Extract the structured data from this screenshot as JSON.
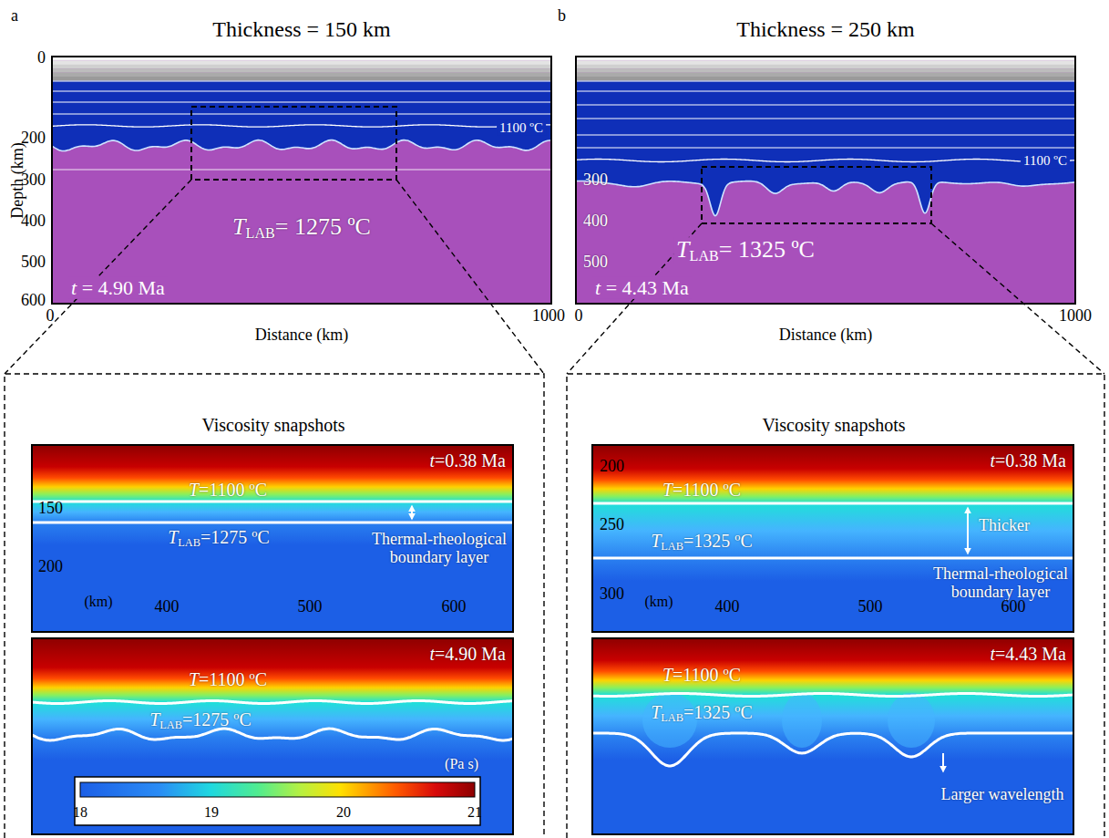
{
  "diagram": {
    "labels": [
      "a",
      "Thickness = 150 km",
      "0",
      "200",
      "300",
      "400",
      "500",
      "600",
      "Depth (km)",
      "1100 ºC",
      "TLAB= 1275 ºC",
      "t = 4.90 Ma",
      "0",
      "Distance (km)",
      "1000",
      "b",
      "Thickness = 250 km",
      "1100 ºC",
      "300",
      "400",
      "500",
      "TLAB= 1325 ºC",
      "t = 4.43 Ma",
      "0",
      "Distance (km)",
      "1000",
      "Viscosity snapshots",
      "t=0.38 Ma",
      "T=1100 ºC",
      "150",
      "TLAB=1275 ºC",
      "Thermal-rheological boundary layer",
      "200",
      "(km)",
      "400",
      "500",
      "600",
      "t=4.90 Ma",
      "T=1100 ºC",
      "TLAB=1275 ºC",
      "(Pa s)",
      "18",
      "19",
      "20",
      "21",
      "Viscosity snapshots",
      "200",
      "t=0.38 Ma",
      "T=1100 ºC",
      "250",
      "Thicker",
      "TLAB=1325 ºC",
      "Thermal-rheological boundary layer",
      "300",
      "(km)",
      "400",
      "500",
      "600",
      "t=4.43 Ma",
      "T=1100 ºC",
      "TLAB=1325 ºC",
      "Larger wavelength"
    ]
  }
}
